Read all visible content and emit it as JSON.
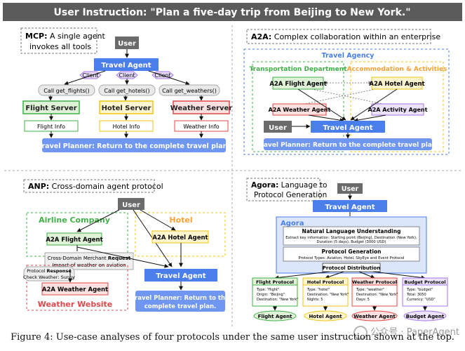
{
  "header": {
    "title": "User Instruction: \"Plan a five-day trip from Beijing to New York.\"",
    "bg": "#5b5b5b"
  },
  "colors": {
    "blue": "#4a7eeb",
    "blue_light": "#6f96f0",
    "green": "#41b04a",
    "orange": "#f4a23a",
    "red": "#e04848",
    "purple": "#a676e8",
    "gray_box": "#6b6b6b",
    "yellow_dash": "#f1c40f",
    "blue_dash": "#4a7eeb"
  },
  "mcp": {
    "title_bold": "MCP:",
    "title_rest": " A single agent",
    "title_line2": "invokes all tools",
    "user": "User",
    "travel_agent": "Travel Agent",
    "client": "Client",
    "calls": [
      "Call get_flights()",
      "Call get_hotels()",
      "Call get_weathers()"
    ],
    "servers": [
      "Flight Server",
      "Hotel Server",
      "Weather Server"
    ],
    "infos": [
      "Flight Info",
      "Hotel Info",
      "Weather Info"
    ],
    "planner": "Travel Planner: Return to the complete travel plan."
  },
  "a2a": {
    "title_bold": "A2A:",
    "title_rest": " Complex collaboration within an enterprise",
    "agency": "Travel Agency",
    "transport": "Transportation Department",
    "accommodation": "Accommodation & Activities",
    "flight_agent": "A2A Flight Agent",
    "hotel_agent": "A2A Hotel Agent",
    "weather_agent": "A2A Weather Agent",
    "activity_agent": "A2A Activity Agent",
    "user": "User",
    "travel_agent": "Travel Agent",
    "planner": "Travel Planner: Return to the complete travel plan."
  },
  "anp": {
    "title_bold": "ANP:",
    "title_rest": " Cross-domain agent protocol",
    "user": "User",
    "airline": "Airline Company",
    "hotel": "Hotel",
    "flight_agent": "A2A Flight Agent",
    "hotel_agent": "A2A Hotel Agent",
    "request_line1_pre": "Cross-Domain Merchant ",
    "request_line1_bold": "Request",
    "request_line2": "Impact of weather on aviation",
    "response_line1_pre": "Protocol ",
    "response_line1_bold": "Response",
    "response_line2": "Check Weather: Sunny",
    "weather_agent": "A2A Weather Agent",
    "weather_site": "Weather Website",
    "travel_agent": "Travel Agent",
    "planner_line1": "Travel Planner: Return to the",
    "planner_line2": "complete travel plan."
  },
  "agora": {
    "title_bold": "Agora:",
    "title_rest": " Language to",
    "title_line2": "Protocol Generation",
    "user": "User",
    "travel_agent": "Travel Agent",
    "agora_label": "Agora",
    "nlu_title": "Natural Language Understanding",
    "nlu_line1": "Extract key information: Starting point (Beijing), Destination (New York),",
    "nlu_line2": "Duration (5 days), Budget (3000 USD)",
    "pg_title": "Protocol Generation",
    "pg_line": "Protocol Types: Aviation, Hotel, SkyEye and Event Protocol",
    "distribution": "Protocol Distribution",
    "protocols": [
      {
        "title": "Flight Protocol",
        "lines": [
          "Type: \"flight\"",
          "Origin: \"Beijing\"",
          "Destination: \"New York\""
        ],
        "agent": "Flight Agent"
      },
      {
        "title": "Hotel Protocol",
        "lines": [
          "Type: \"hotel\"",
          "Destination: \"New York\"",
          "Nights: 5"
        ],
        "agent": "Hotel Agent"
      },
      {
        "title": "Weather Protocol",
        "lines": [
          "Type: \"weather\"",
          "Destination: \"New York\"",
          "Days: 5"
        ],
        "agent": "Weather Agent"
      },
      {
        "title": "Budget Protocol",
        "lines": [
          "Type: \"budget\"",
          "Total: 3050",
          "Currency: \"USD\""
        ],
        "agent": "Budget Agent"
      }
    ]
  },
  "caption": "Figure 4: Use-case analyses of four protocols under the same user instruction shown at the top.",
  "watermark": "公众号 · PaperAgent"
}
